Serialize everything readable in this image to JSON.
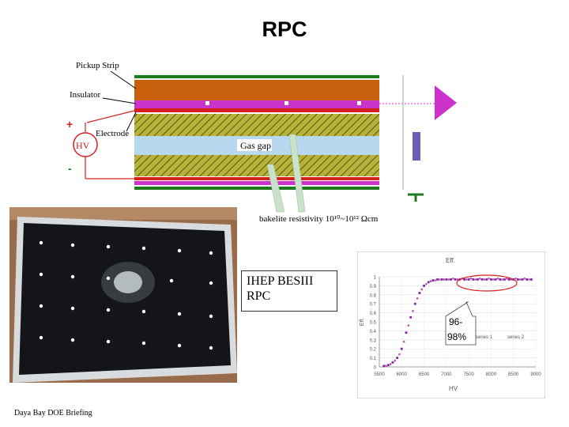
{
  "title": "RPC",
  "diagram": {
    "pickup_strip": "Pickup Strip",
    "insulator": "Insulator",
    "electrode": "Electrode",
    "hv": "HV",
    "plus": "+",
    "minus": "-",
    "gas_gap": "Gas gap",
    "bakelite": "bakelite resistivity 10¹⁰~10¹² Ωcm"
  },
  "photo_label": {
    "line1": "IHEP BESIII",
    "line2": "RPC"
  },
  "callout": {
    "line1": "96-",
    "line2": "98%"
  },
  "footer": "Daya Bay DOE Briefing",
  "chart_data": {
    "type": "scatter",
    "title": "Eff.",
    "xlabel": "HV",
    "ylabel": "Eff.",
    "xlim": [
      5500,
      9000
    ],
    "ylim": [
      0,
      1
    ],
    "xticks": [
      "5500",
      "6000",
      "6500",
      "7000",
      "7500",
      "8000",
      "8500",
      "9000"
    ],
    "yticks": [
      "0",
      "0.1",
      "0.2",
      "0.3",
      "0.4",
      "0.5",
      "0.6",
      "0.7",
      "0.8",
      "0.9",
      "1"
    ],
    "series": [
      {
        "name": "series 1",
        "x": [
          5600,
          5700,
          5800,
          5900,
          6000,
          6100,
          6200,
          6300,
          6400,
          6500,
          6600,
          6700,
          6800,
          6900,
          7000,
          7100,
          7200,
          7300,
          7400,
          7500,
          7600,
          7700,
          7800,
          7900,
          8000,
          8100,
          8200,
          8300,
          8400,
          8500,
          8600,
          8700,
          8800,
          8900
        ],
        "y": [
          0.01,
          0.02,
          0.05,
          0.1,
          0.2,
          0.38,
          0.55,
          0.7,
          0.82,
          0.9,
          0.94,
          0.96,
          0.97,
          0.97,
          0.97,
          0.97,
          0.97,
          0.97,
          0.97,
          0.97,
          0.97,
          0.97,
          0.97,
          0.97,
          0.97,
          0.97,
          0.97,
          0.97,
          0.97,
          0.97,
          0.97,
          0.97,
          0.97,
          0.97
        ]
      },
      {
        "name": "series 2",
        "x": [
          5650,
          5750,
          5850,
          5950,
          6050,
          6150,
          6250,
          6350,
          6450,
          6550,
          6650,
          6750,
          6850,
          6950,
          7050,
          7150,
          7250,
          7350,
          7450,
          7550,
          7650,
          7750,
          7850,
          7950,
          8050,
          8150,
          8250,
          8350,
          8450,
          8550,
          8650,
          8750,
          8850
        ],
        "y": [
          0.01,
          0.03,
          0.07,
          0.14,
          0.28,
          0.46,
          0.62,
          0.76,
          0.86,
          0.92,
          0.95,
          0.96,
          0.97,
          0.97,
          0.97,
          0.98,
          0.97,
          0.98,
          0.97,
          0.98,
          0.97,
          0.98,
          0.97,
          0.98,
          0.97,
          0.98,
          0.97,
          0.98,
          0.97,
          0.98,
          0.97,
          0.98,
          0.97
        ]
      }
    ]
  }
}
